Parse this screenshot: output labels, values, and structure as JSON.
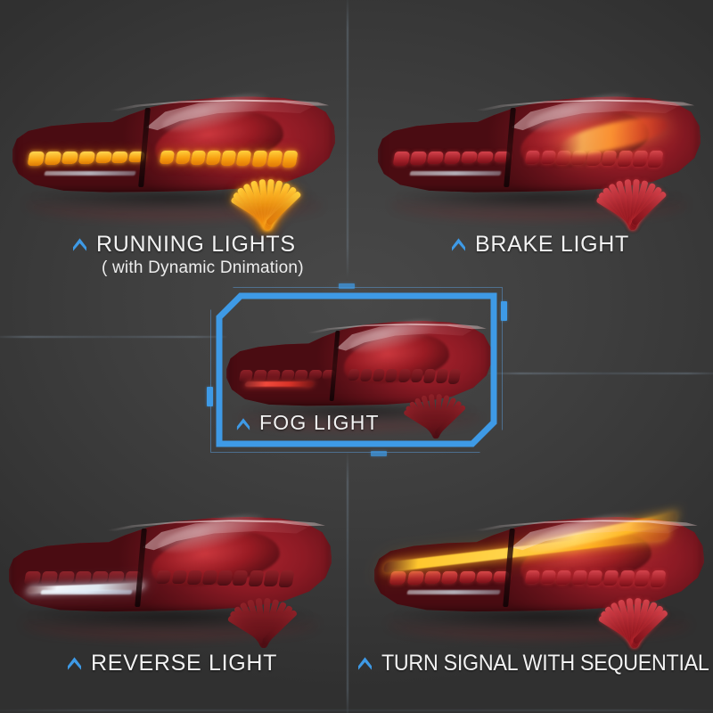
{
  "image": {
    "subject": "LED tail light assembly lighting modes",
    "background_color": "#3d3d3d",
    "accent_color": "#3e9ae6",
    "lens_color": "#9c2029",
    "amber_color": "#f7a011"
  },
  "panels": [
    {
      "id": "running-lights",
      "label": "RUNNING LIGHTS",
      "sublabel": "( with Dynamic Dnimation)",
      "marker": "chevron-up-icon",
      "state": "amber",
      "highlighted": false
    },
    {
      "id": "brake-light",
      "label": "BRAKE LIGHT",
      "sublabel": "",
      "marker": "chevron-up-icon",
      "state": "brake",
      "highlighted": false
    },
    {
      "id": "fog-light",
      "label": "FOG LIGHT",
      "sublabel": "",
      "marker": "chevron-up-icon",
      "state": "fog",
      "highlighted": true
    },
    {
      "id": "reverse-light",
      "label": "REVERSE LIGHT",
      "sublabel": "",
      "marker": "chevron-up-icon",
      "state": "reverse",
      "highlighted": false
    },
    {
      "id": "turn-signal",
      "label": "TURN SIGNAL WITH SEQUENTIAL",
      "sublabel": "",
      "marker": "chevron-up-icon",
      "state": "turn",
      "highlighted": false
    }
  ]
}
